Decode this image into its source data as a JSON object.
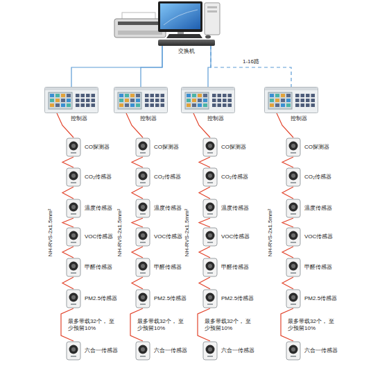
{
  "diagram": {
    "nodes": [
      {
        "text": [
          "交换机"
        ]
      },
      {
        "text": [
          "控制器"
        ]
      },
      {
        "text": [
          "CO探测器"
        ]
      },
      {
        "text": [
          "CO₂传感器"
        ]
      },
      {
        "text": [
          "温度传感器"
        ]
      },
      {
        "text": [
          "VOC传感器"
        ]
      },
      {
        "text": [
          "甲醛传感器"
        ]
      },
      {
        "text": [
          "PM2.5传感器"
        ]
      },
      {
        "text": [
          "六合一传感器"
        ]
      },
      {
        "text": [
          "控制器"
        ]
      },
      {
        "text": [
          "CO探测器"
        ]
      },
      {
        "text": [
          "CO₂传感器"
        ]
      },
      {
        "text": [
          "温度传感器"
        ]
      },
      {
        "text": [
          "VOC传感器"
        ]
      },
      {
        "text": [
          "甲醛传感器"
        ]
      },
      {
        "text": [
          "PM2.5传感器"
        ]
      },
      {
        "text": [
          "六合一传感器"
        ]
      },
      {
        "text": [
          "控制器"
        ]
      },
      {
        "text": [
          "CO探测器"
        ]
      },
      {
        "text": [
          "CO₂传感器"
        ]
      },
      {
        "text": [
          "温度传感器"
        ]
      },
      {
        "text": [
          "VOC传感器"
        ]
      },
      {
        "text": [
          "甲醛传感器"
        ]
      },
      {
        "text": [
          "PM2.5传感器"
        ]
      },
      {
        "text": [
          "六合一传感器"
        ]
      },
      {
        "text": [
          "控制器"
        ]
      },
      {
        "text": [
          "CO探测器"
        ]
      },
      {
        "text": [
          "CO₂传感器"
        ]
      },
      {
        "text": [
          "温度传感器"
        ]
      },
      {
        "text": [
          "VOC传感器"
        ]
      },
      {
        "text": [
          "甲醛传感器"
        ]
      },
      {
        "text": [
          "PM2.5传感器"
        ]
      },
      {
        "text": [
          "六合一传感器"
        ]
      }
    ],
    "edges": [
      {
        "from": 0,
        "to": 1,
        "arrow": "none"
      },
      {
        "from": 0,
        "to": 9,
        "arrow": "none"
      },
      {
        "from": 0,
        "to": 17,
        "arrow": "none"
      },
      {
        "from": 0,
        "to": 25,
        "arrow": "none"
      },
      {
        "from": 1,
        "to": 2,
        "arrow": "none"
      },
      {
        "from": 2,
        "to": 3,
        "arrow": "none"
      },
      {
        "from": 3,
        "to": 4,
        "arrow": "none"
      },
      {
        "from": 4,
        "to": 5,
        "arrow": "none"
      },
      {
        "from": 5,
        "to": 6,
        "arrow": "none"
      },
      {
        "from": 6,
        "to": 7,
        "arrow": "none"
      },
      {
        "from": 7,
        "to": 8,
        "arrow": "none"
      },
      {
        "from": 9,
        "to": 10,
        "arrow": "none"
      },
      {
        "from": 10,
        "to": 11,
        "arrow": "none"
      },
      {
        "from": 11,
        "to": 12,
        "arrow": "none"
      },
      {
        "from": 12,
        "to": 13,
        "arrow": "none"
      },
      {
        "from": 13,
        "to": 14,
        "arrow": "none"
      },
      {
        "from": 14,
        "to": 15,
        "arrow": "none"
      },
      {
        "from": 15,
        "to": 16,
        "arrow": "none"
      },
      {
        "from": 17,
        "to": 18,
        "arrow": "none"
      },
      {
        "from": 18,
        "to": 19,
        "arrow": "none"
      },
      {
        "from": 19,
        "to": 20,
        "arrow": "none"
      },
      {
        "from": 20,
        "to": 21,
        "arrow": "none"
      },
      {
        "from": 21,
        "to": 22,
        "arrow": "none"
      },
      {
        "from": 22,
        "to": 23,
        "arrow": "none"
      },
      {
        "from": 23,
        "to": 24,
        "arrow": "none"
      },
      {
        "from": 25,
        "to": 26,
        "arrow": "none"
      },
      {
        "from": 26,
        "to": 27,
        "arrow": "none"
      },
      {
        "from": 27,
        "to": 28,
        "arrow": "none"
      },
      {
        "from": 28,
        "to": 29,
        "arrow": "none"
      },
      {
        "from": 29,
        "to": 30,
        "arrow": "none"
      },
      {
        "from": 30,
        "to": 31,
        "arrow": "none"
      },
      {
        "from": 31,
        "to": 32,
        "arrow": "none"
      }
    ],
    "labels": [
      "1-16路",
      "NH-RVS-2x1.5mm²",
      "NH-RVS-2x1.5mm²",
      "NH-RVS-2x1.5mm²",
      "NH-RVS-2x1.5mm²",
      "最多带载32个， 至少预留10%",
      "最多带载32个， 至少预留10%",
      "最多带载32个， 至少预留10%",
      "最多带载32个， 至少预留10%"
    ]
  }
}
